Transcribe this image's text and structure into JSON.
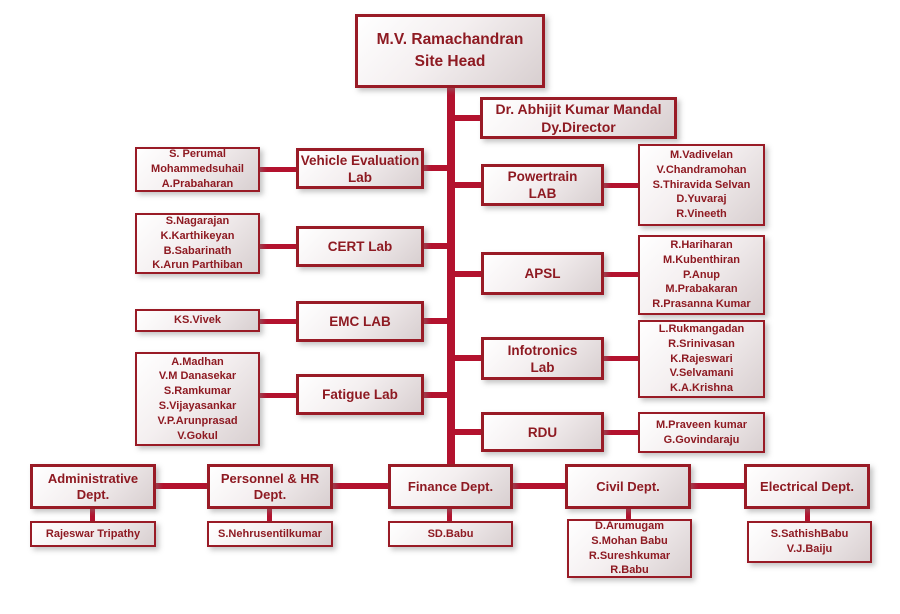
{
  "colors": {
    "line": "#b3122e",
    "border": "#991b26",
    "text": "#8e1a22"
  },
  "root": {
    "name": "M.V. Ramachandran",
    "role": "Site Head"
  },
  "deputy": {
    "name": "Dr. Abhijit Kumar Mandal",
    "role": "Dy.Director"
  },
  "left_units": [
    {
      "label": [
        "Vehicle Evaluation",
        "Lab"
      ],
      "staff": [
        "S. Perumal",
        "Mohammedsuhail",
        "A.Prabaharan"
      ]
    },
    {
      "label": [
        "CERT Lab"
      ],
      "staff": [
        "S.Nagarajan",
        "K.Karthikeyan",
        "B.Sabarinath",
        "K.Arun Parthiban"
      ]
    },
    {
      "label": [
        "EMC LAB"
      ],
      "staff": [
        "KS.Vivek"
      ]
    },
    {
      "label": [
        "Fatigue Lab"
      ],
      "staff": [
        "A.Madhan",
        "V.M Danasekar",
        "S.Ramkumar",
        "S.Vijayasankar",
        "V.P.Arunprasad",
        "V.Gokul"
      ]
    }
  ],
  "right_units": [
    {
      "label": [
        "Powertrain",
        "LAB"
      ],
      "staff": [
        "M.Vadivelan",
        "V.Chandramohan",
        "S.Thiravida Selvan",
        "D.Yuvaraj",
        "R.Vineeth"
      ]
    },
    {
      "label": [
        "APSL"
      ],
      "staff": [
        "R.Hariharan",
        "M.Kubenthiran",
        "P.Anup",
        "M.Prabakaran",
        "R.Prasanna Kumar"
      ]
    },
    {
      "label": [
        "Infotronics",
        "Lab"
      ],
      "staff": [
        "L.Rukmangadan",
        "R.Srinivasan",
        "K.Rajeswari",
        "V.Selvamani",
        "K.A.Krishna"
      ]
    },
    {
      "label": [
        "RDU"
      ],
      "staff": [
        "M.Praveen kumar",
        "G.Govindaraju"
      ]
    }
  ],
  "departments": [
    {
      "label": [
        "Administrative Dept."
      ],
      "staff": [
        "Rajeswar Tripathy"
      ]
    },
    {
      "label": [
        "Personnel & HR",
        "Dept."
      ],
      "staff": [
        "S.Nehrusentilkumar"
      ]
    },
    {
      "label": [
        "Finance Dept."
      ],
      "staff": [
        "SD.Babu"
      ]
    },
    {
      "label": [
        "Civil Dept."
      ],
      "staff": [
        "D.Arumugam",
        "S.Mohan Babu",
        "R.Sureshkumar",
        "R.Babu"
      ]
    },
    {
      "label": [
        "Electrical Dept."
      ],
      "staff": [
        "S.SathishBabu",
        "V.J.Baiju"
      ]
    }
  ]
}
